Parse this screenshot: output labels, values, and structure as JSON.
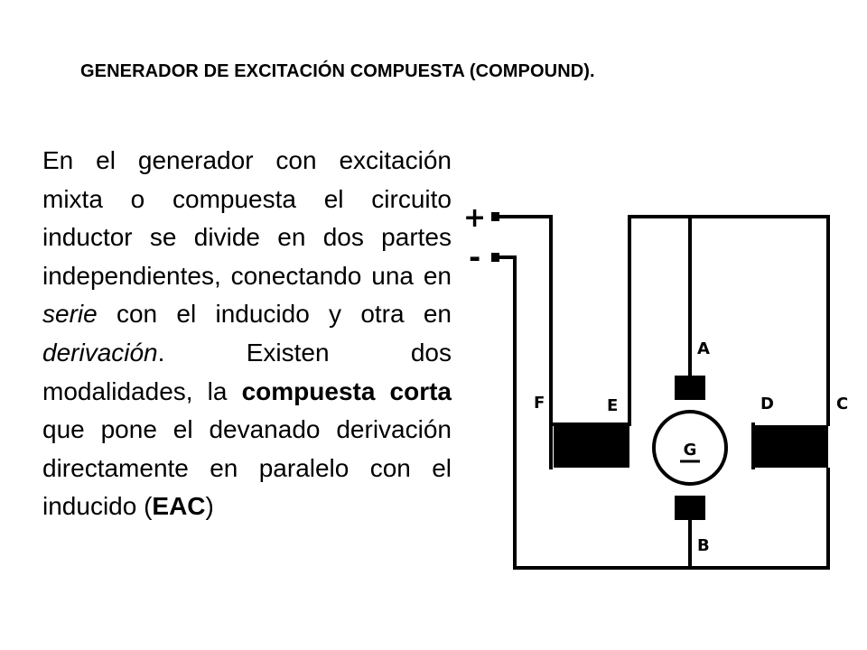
{
  "title": "GENERADOR DE EXCITACIÓN COMPUESTA (COMPOUND).",
  "paragraph": {
    "t1": "En el generador con excitación mixta o compuesta el circuito inductor se divide en dos partes independientes, conectando una en ",
    "serie": "serie",
    "t2": " con el inducido y otra en ",
    "derivacion": "derivación",
    "t3": ". Existen dos modalidades, la ",
    "compuesta_corta": "compuesta corta",
    "t4": " que pone el devanado derivación directamente en paralelo con el inducido (",
    "eac": "EAC",
    "t5": ")"
  },
  "diagram": {
    "terminal_plus": "+",
    "terminal_minus": "-",
    "labels": {
      "A": "A",
      "B": "B",
      "C": "C",
      "D": "D",
      "E": "E",
      "F": "F",
      "G": "G"
    }
  }
}
